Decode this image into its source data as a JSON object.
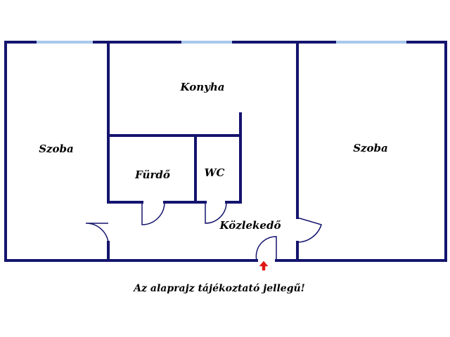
{
  "floorplan": {
    "rooms": {
      "room_left": "Szoba",
      "kitchen": "Konyha",
      "room_right": "Szoba",
      "bathroom": "Fürdő",
      "toilet": "WC",
      "corridor": "Közlekedő"
    },
    "note": "Az alaprajz tájékoztató jellegű!"
  },
  "colors": {
    "wall": "#14146e",
    "window": "#a8c8ec",
    "door": "#14146e",
    "entrance_arrow": "#e01818"
  },
  "icons": {
    "entrance": "entrance-arrow-icon"
  }
}
